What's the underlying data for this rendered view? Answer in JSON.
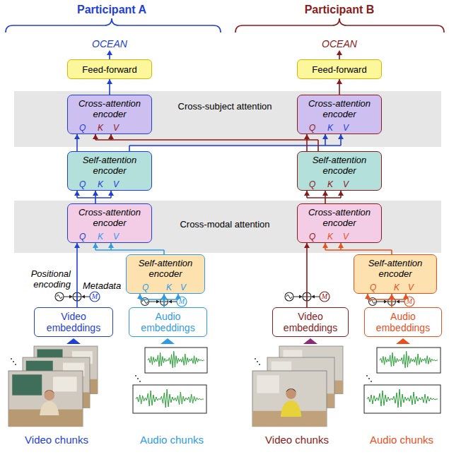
{
  "diagram": {
    "nodes": [
      {
        "text": [
          "Feed-forward"
        ]
      },
      {
        "text": [
          "Feed-forward"
        ]
      },
      {
        "text": [
          "Cross-subject attention"
        ]
      },
      {
        "text": [
          "Cross-attention encoder"
        ],
        "in": 2
      },
      {
        "text": [
          "Cross-attention encoder"
        ],
        "in": 2
      },
      {
        "text": [
          "Self-attention encoder"
        ]
      },
      {
        "text": [
          "Self-attention encoder"
        ]
      },
      {
        "text": [
          "Cross-modal attention"
        ]
      },
      {
        "text": [
          "Cross-attention encoder"
        ],
        "in": 7
      },
      {
        "text": [
          "Cross-attention encoder"
        ],
        "in": 7
      },
      {
        "text": [
          "Self-attention encoder"
        ]
      },
      {
        "text": [
          "Self-attention encoder"
        ]
      },
      {
        "text": [
          "Video embeddings"
        ]
      },
      {
        "text": [
          "Audio embeddings"
        ]
      },
      {
        "text": [
          "Video embeddings"
        ]
      },
      {
        "text": [
          "Audio embeddings"
        ]
      }
    ],
    "edges": [
      {
        "from": 12,
        "to": 8,
        "arrow": "to"
      },
      {
        "from": 13,
        "to": 10,
        "arrow": "to"
      },
      {
        "from": 10,
        "to": 8,
        "arrow": "to"
      },
      {
        "from": 8,
        "to": 5,
        "arrow": "to"
      },
      {
        "from": 5,
        "to": 3,
        "arrow": "to"
      },
      {
        "from": 5,
        "to": 4,
        "arrow": "to"
      },
      {
        "from": 14,
        "to": 9,
        "arrow": "to"
      },
      {
        "from": 15,
        "to": 11,
        "arrow": "to"
      },
      {
        "from": 11,
        "to": 9,
        "arrow": "to"
      },
      {
        "from": 9,
        "to": 6,
        "arrow": "to"
      },
      {
        "from": 6,
        "to": 4,
        "arrow": "to"
      },
      {
        "from": 6,
        "to": 3,
        "arrow": "to"
      },
      {
        "from": 3,
        "to": 0,
        "arrow": "to"
      },
      {
        "from": 4,
        "to": 1,
        "arrow": "to"
      }
    ],
    "labels": [
      "Participant A",
      "OCEAN",
      "Participant B",
      "OCEAN",
      "Q",
      "K",
      "V",
      "Q",
      "K",
      "V",
      "Q",
      "K",
      "V",
      "Q",
      "K",
      "V",
      "Q",
      "K",
      "V",
      "Q",
      "K",
      "V",
      "Q",
      "K",
      "V",
      "Q",
      "K",
      "V",
      "Positional encoding",
      "Metadata",
      "M",
      "M",
      "M",
      "M",
      "Video chunks",
      "Audio chunks",
      "Video chunks",
      "Audio chunks"
    ]
  }
}
